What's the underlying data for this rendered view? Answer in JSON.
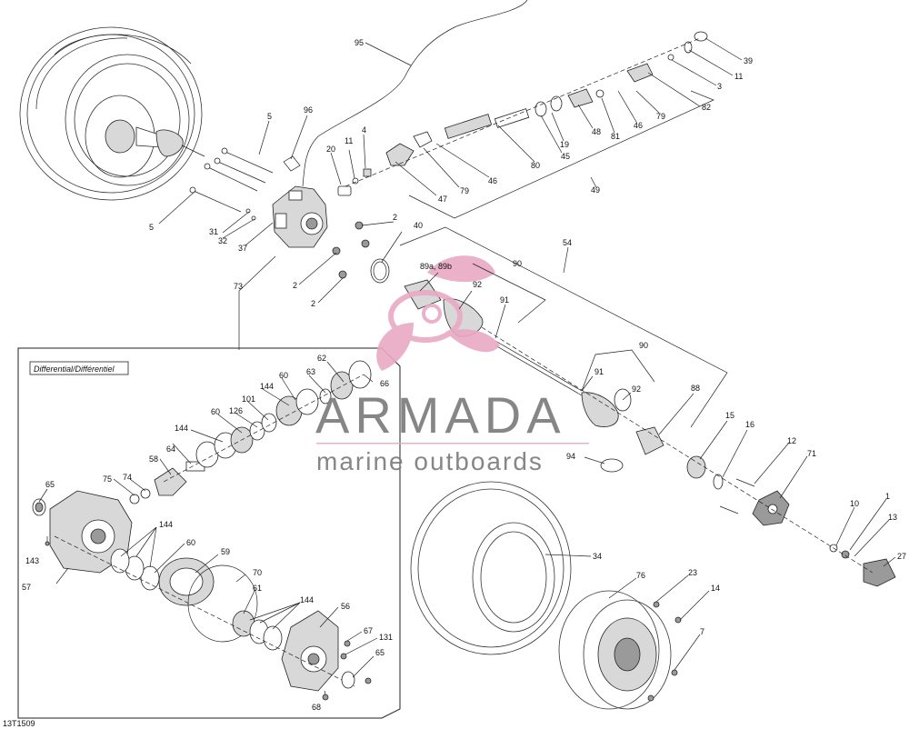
{
  "diagram_code": "13T1509",
  "inset_title": "Differential/Différentiel",
  "watermark": {
    "brand": "ARMADA",
    "tagline": "marine outboards",
    "brand_color": "#7a7a7a",
    "logo_color": "#e9a9c4"
  },
  "labels": {
    "l95": "95",
    "l5a": "5",
    "l96": "96",
    "l20": "20",
    "l11a": "11",
    "l4": "4",
    "l39": "39",
    "l11b": "11",
    "l3": "3",
    "l82": "82",
    "l79a": "79",
    "l46a": "46",
    "l81": "81",
    "l48": "48",
    "l19": "19",
    "l45": "45",
    "l80": "80",
    "l46b": "46",
    "l79b": "79",
    "l47": "47",
    "l49": "49",
    "l5b": "5",
    "l31": "31",
    "l32": "32",
    "l37": "37",
    "l2a": "2",
    "l40": "40",
    "l2b": "2",
    "l2c": "2",
    "l73": "73",
    "l54": "54",
    "l89": "89a, 89b",
    "l90a": "90",
    "l92a": "92",
    "l91a": "91",
    "l90b": "90",
    "l91b": "91",
    "l92b": "92",
    "l88": "88",
    "l94": "94",
    "l15": "15",
    "l16": "16",
    "l12": "12",
    "l71": "71",
    "l1": "1",
    "l10": "10",
    "l13": "13",
    "l27": "27",
    "l34": "34",
    "l76": "76",
    "l23": "23",
    "l14": "14",
    "l7": "7",
    "l62": "62",
    "l63": "63",
    "l60a": "60",
    "l66": "66",
    "l144a": "144",
    "l101": "101",
    "l126": "126",
    "l60b": "60",
    "l144b": "144",
    "l64": "64",
    "l58": "58",
    "l75": "75",
    "l74": "74",
    "l65a": "65",
    "l144c": "144",
    "l60c": "60",
    "l59": "59",
    "l143": "143",
    "l57": "57",
    "l70": "70",
    "l61": "61",
    "l144d": "144",
    "l56": "56",
    "l67": "67",
    "l131": "131",
    "l65b": "65",
    "l68": "68"
  }
}
